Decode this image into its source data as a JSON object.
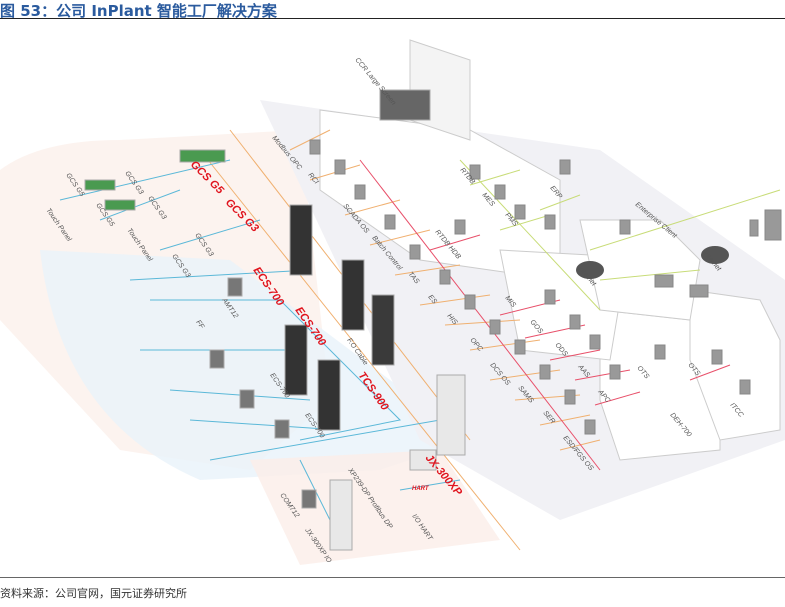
{
  "header": {
    "title": "图 53：公司 InPlant 智能工厂解决方案"
  },
  "footer": {
    "source": "资料来源：公司官网，国元证券研究所"
  },
  "diagram": {
    "red_labels": [
      "GCS G5",
      "GCS G3",
      "ECS-700",
      "ECS-700",
      "TCS-900",
      "JX-300XP"
    ],
    "labels": [
      "CCR Large Screen",
      "Modbus OPC",
      "RCI",
      "SCADA OS",
      "Batch Control",
      "TAS",
      "ES",
      "HIS",
      "OPC",
      "DCS OS",
      "SAMS",
      "SER",
      "ESD/FGS OS",
      "RTDB",
      "MES",
      "PMS",
      "ERP",
      "RTDB HDB",
      "MIS",
      "GOS",
      "ODS",
      "AAS",
      "APC",
      "OTS",
      "OTS",
      "DEH-700",
      "ITCC",
      "Enterprise Client",
      "Internet",
      "Internet",
      "GCS G5",
      "GCS G5",
      "GCS G3",
      "GCS G3",
      "GCS G3",
      "GCS G3",
      "Touch Panel",
      "Touch Panel",
      "AMT12",
      "FF",
      "ECS-700",
      "ECS-700",
      "F.O Cable",
      "XP239-DP Profibus DP",
      "COM712",
      "JX-300XP IO",
      "I/O HART",
      "HART"
    ],
    "colors": {
      "control_net": "#5bb8d8",
      "info_net": "#f0b070",
      "mgmt_net": "#e8506a",
      "enterprise_net": "#c8dc78",
      "accent_red": "#e0141e"
    }
  }
}
